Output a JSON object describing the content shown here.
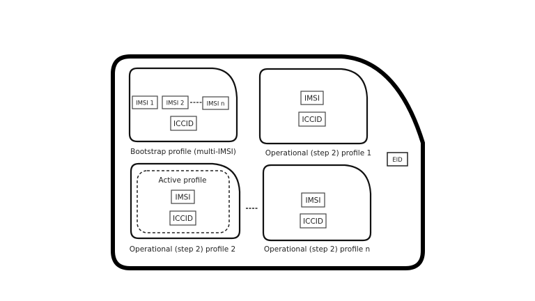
{
  "eid": "EID",
  "bootstrap": {
    "label": "Bootstrap profile (multi-IMSI)",
    "imsis": [
      "IMSI 1",
      "IMSI 2",
      "IMSI n"
    ],
    "separator": "----",
    "iccid": "ICCID"
  },
  "profile1": {
    "label": "Operational (step 2) profile 1",
    "imsi": "IMSI",
    "iccid": "ICCID"
  },
  "profile2": {
    "label": "Operational (step 2) profile 2",
    "active_label": "Active profile",
    "imsi": "IMSI",
    "iccid": "ICCID"
  },
  "profilen": {
    "label": "Operational (step 2) profile n",
    "imsi": "IMSI",
    "iccid": "ICCID"
  },
  "profiles_separator": "----"
}
